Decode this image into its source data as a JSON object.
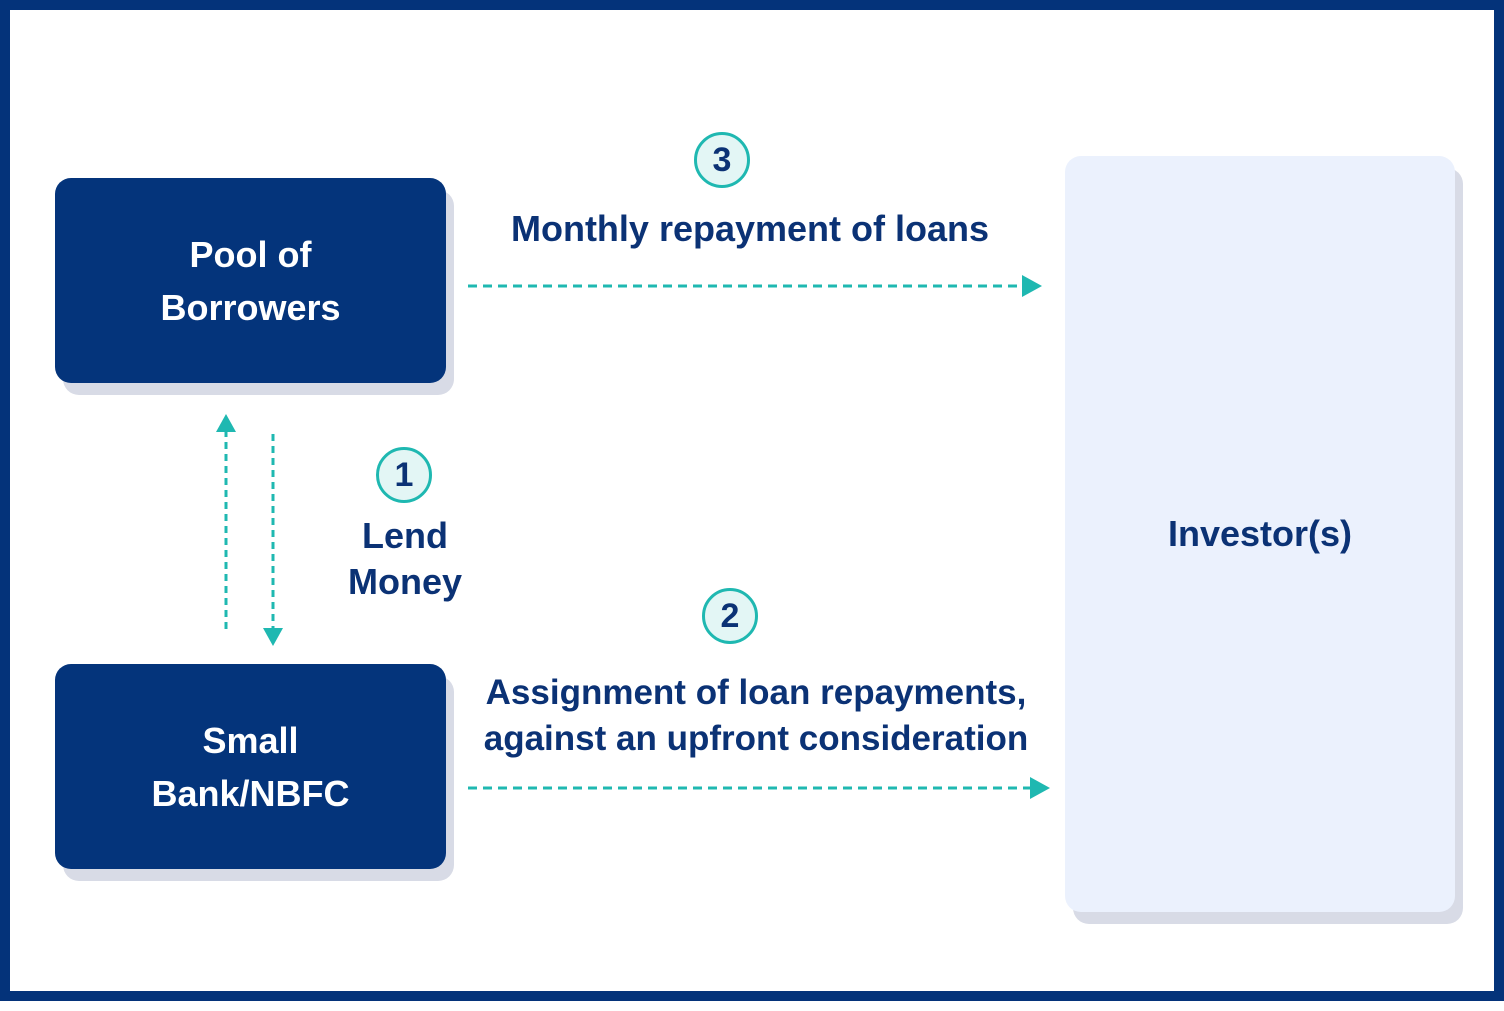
{
  "nodes": {
    "pool": {
      "line1": "Pool of",
      "line2": "Borrowers"
    },
    "bank": {
      "line1": "Small",
      "line2": "Bank/NBFC"
    },
    "investor": {
      "label": "Investor(s)"
    }
  },
  "steps": [
    {
      "number": "1",
      "text_line1": "Lend",
      "text_line2": "Money"
    },
    {
      "number": "2",
      "text_line1": "Assignment of loan repayments,",
      "text_line2": "against an upfront consideration"
    },
    {
      "number": "3",
      "text_line1": "Monthly repayment of loans"
    }
  ],
  "colors": {
    "frame": "#04337a",
    "dark_box": "#04347b",
    "light_box": "#ebf1fd",
    "text": "#0b3275",
    "arrow": "#1fb8b1",
    "badge_fill": "#e3f6f5",
    "shadow": "#d8dbe6"
  }
}
